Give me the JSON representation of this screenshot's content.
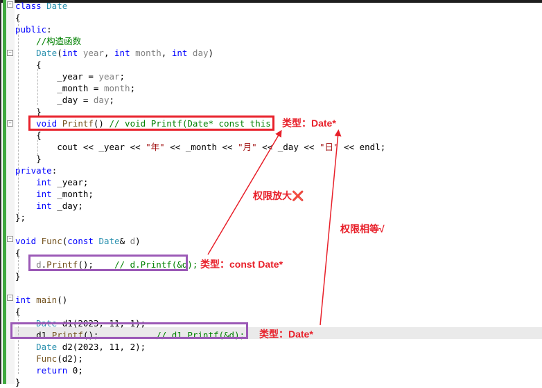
{
  "code": {
    "lines": [
      {
        "tokens": [
          {
            "t": "class ",
            "c": "kw"
          },
          {
            "t": "Date",
            "c": "ty"
          }
        ]
      },
      {
        "tokens": [
          {
            "t": "{",
            "c": ""
          }
        ]
      },
      {
        "tokens": [
          {
            "t": "public",
            "c": "kw"
          },
          {
            "t": ":",
            "c": ""
          }
        ]
      },
      {
        "tokens": [
          {
            "t": "    //构造函数",
            "c": "cm"
          }
        ]
      },
      {
        "tokens": [
          {
            "t": "    ",
            "c": ""
          },
          {
            "t": "Date",
            "c": "ty"
          },
          {
            "t": "(",
            "c": ""
          },
          {
            "t": "int",
            "c": "kw"
          },
          {
            "t": " year",
            "c": "pm"
          },
          {
            "t": ", ",
            "c": ""
          },
          {
            "t": "int",
            "c": "kw"
          },
          {
            "t": " month",
            "c": "pm"
          },
          {
            "t": ", ",
            "c": ""
          },
          {
            "t": "int",
            "c": "kw"
          },
          {
            "t": " day",
            "c": "pm"
          },
          {
            "t": ")",
            "c": ""
          }
        ]
      },
      {
        "tokens": [
          {
            "t": "    {",
            "c": ""
          }
        ]
      },
      {
        "tokens": [
          {
            "t": "        _year = ",
            "c": ""
          },
          {
            "t": "year",
            "c": "pm"
          },
          {
            "t": ";",
            "c": ""
          }
        ]
      },
      {
        "tokens": [
          {
            "t": "        _month = ",
            "c": ""
          },
          {
            "t": "month",
            "c": "pm"
          },
          {
            "t": ";",
            "c": ""
          }
        ]
      },
      {
        "tokens": [
          {
            "t": "        _day = ",
            "c": ""
          },
          {
            "t": "day",
            "c": "pm"
          },
          {
            "t": ";",
            "c": ""
          }
        ]
      },
      {
        "tokens": [
          {
            "t": "    }",
            "c": ""
          }
        ]
      },
      {
        "tokens": [
          {
            "t": "    ",
            "c": ""
          },
          {
            "t": "void",
            "c": "kw"
          },
          {
            "t": " ",
            "c": ""
          },
          {
            "t": "Printf",
            "c": "fn"
          },
          {
            "t": "() ",
            "c": ""
          },
          {
            "t": "// void Printf(Date* const this)",
            "c": "cm"
          }
        ]
      },
      {
        "tokens": [
          {
            "t": "    {",
            "c": ""
          }
        ]
      },
      {
        "tokens": [
          {
            "t": "        cout << _year << ",
            "c": ""
          },
          {
            "t": "\"年\"",
            "c": "st"
          },
          {
            "t": " << _month << ",
            "c": ""
          },
          {
            "t": "\"月\"",
            "c": "st"
          },
          {
            "t": " << _day << ",
            "c": ""
          },
          {
            "t": "\"日\"",
            "c": "st"
          },
          {
            "t": " << endl;",
            "c": ""
          }
        ]
      },
      {
        "tokens": [
          {
            "t": "    }",
            "c": ""
          }
        ]
      },
      {
        "tokens": [
          {
            "t": "private",
            "c": "kw"
          },
          {
            "t": ":",
            "c": ""
          }
        ]
      },
      {
        "tokens": [
          {
            "t": "    ",
            "c": ""
          },
          {
            "t": "int",
            "c": "kw"
          },
          {
            "t": " _year;",
            "c": ""
          }
        ]
      },
      {
        "tokens": [
          {
            "t": "    ",
            "c": ""
          },
          {
            "t": "int",
            "c": "kw"
          },
          {
            "t": " _month;",
            "c": ""
          }
        ]
      },
      {
        "tokens": [
          {
            "t": "    ",
            "c": ""
          },
          {
            "t": "int",
            "c": "kw"
          },
          {
            "t": " _day;",
            "c": ""
          }
        ]
      },
      {
        "tokens": [
          {
            "t": "};",
            "c": ""
          }
        ]
      },
      {
        "tokens": []
      },
      {
        "tokens": [
          {
            "t": "void",
            "c": "kw"
          },
          {
            "t": " ",
            "c": ""
          },
          {
            "t": "Func",
            "c": "fn"
          },
          {
            "t": "(",
            "c": ""
          },
          {
            "t": "const",
            "c": "kw"
          },
          {
            "t": " ",
            "c": ""
          },
          {
            "t": "Date",
            "c": "ty"
          },
          {
            "t": "& ",
            "c": ""
          },
          {
            "t": "d",
            "c": "pm"
          },
          {
            "t": ")",
            "c": ""
          }
        ]
      },
      {
        "tokens": [
          {
            "t": "{",
            "c": ""
          }
        ]
      },
      {
        "tokens": [
          {
            "t": "    ",
            "c": ""
          },
          {
            "t": "d",
            "c": "pm"
          },
          {
            "t": ".",
            "c": ""
          },
          {
            "t": "Printf",
            "c": "fn"
          },
          {
            "t": "();    ",
            "c": ""
          },
          {
            "t": "// d.Printf(&d);",
            "c": "cm"
          }
        ]
      },
      {
        "tokens": [
          {
            "t": "}",
            "c": ""
          }
        ]
      },
      {
        "tokens": []
      },
      {
        "tokens": [
          {
            "t": "int",
            "c": "kw"
          },
          {
            "t": " ",
            "c": ""
          },
          {
            "t": "main",
            "c": "fn"
          },
          {
            "t": "()",
            "c": ""
          }
        ]
      },
      {
        "tokens": [
          {
            "t": "{",
            "c": ""
          }
        ]
      },
      {
        "tokens": [
          {
            "t": "    ",
            "c": ""
          },
          {
            "t": "Date",
            "c": "ty"
          },
          {
            "t": " d1(2023, 11, 1);",
            "c": ""
          }
        ]
      },
      {
        "tokens": [
          {
            "t": "    d1.",
            "c": ""
          },
          {
            "t": "Printf",
            "c": "fn"
          },
          {
            "t": "();           ",
            "c": ""
          },
          {
            "t": "// d1.Printf(&d);",
            "c": "cm"
          }
        ]
      },
      {
        "tokens": [
          {
            "t": "    ",
            "c": ""
          },
          {
            "t": "Date",
            "c": "ty"
          },
          {
            "t": " d2(2023, 11, 2);",
            "c": ""
          }
        ]
      },
      {
        "tokens": [
          {
            "t": "    ",
            "c": ""
          },
          {
            "t": "Func",
            "c": "fn"
          },
          {
            "t": "(d2);",
            "c": ""
          }
        ]
      },
      {
        "tokens": [
          {
            "t": "    ",
            "c": ""
          },
          {
            "t": "return",
            "c": "kw"
          },
          {
            "t": " 0;",
            "c": ""
          }
        ]
      },
      {
        "tokens": [
          {
            "t": "}",
            "c": ""
          }
        ]
      }
    ]
  },
  "annotations": {
    "type_date_top": "类型：Date*",
    "perm_enlarge": "权限放大❌",
    "perm_equal": "权限相等√",
    "type_const_date": "类型：const Date*",
    "type_date_bottom": "类型：Date*"
  },
  "colors": {
    "keyword": "#0000ff",
    "type": "#2b91af",
    "comment": "#008000",
    "string": "#a31515",
    "annotation_red": "#e8202a",
    "box_purple": "#9b59b6"
  }
}
